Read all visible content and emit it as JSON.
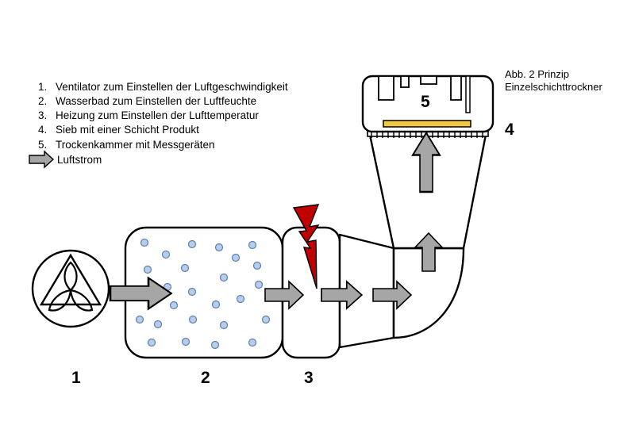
{
  "caption": {
    "line1": "Abb. 2 Prinzip",
    "line2": "Einzelschichttrockner"
  },
  "legend": {
    "items": [
      {
        "number": "1.",
        "text": "Ventilator zum Einstellen der Luftgeschwindigkeit"
      },
      {
        "number": "2.",
        "text": "Wasserbad zum Einstellen der Luftfeuchte"
      },
      {
        "number": "3.",
        "text": "Heizung zum Einstellen der Lufttemperatur"
      },
      {
        "number": "4.",
        "text": "Sieb mit einer Schicht Produkt"
      },
      {
        "number": "5.",
        "text": "Trockenkammer mit Messgeräten"
      }
    ],
    "airflow_label": "Luftstrom"
  },
  "labels": {
    "fan": "1",
    "waterbath": "2",
    "heater": "3",
    "sieve": "4",
    "chamber": "5"
  },
  "colors": {
    "arrow_fill": "#a6a6a6",
    "bubble_fill": "#b7cde9",
    "bubble_stroke": "#5b7fb5",
    "lightning": "#c00000",
    "product_layer": "#f2c744",
    "outline": "#000000"
  }
}
